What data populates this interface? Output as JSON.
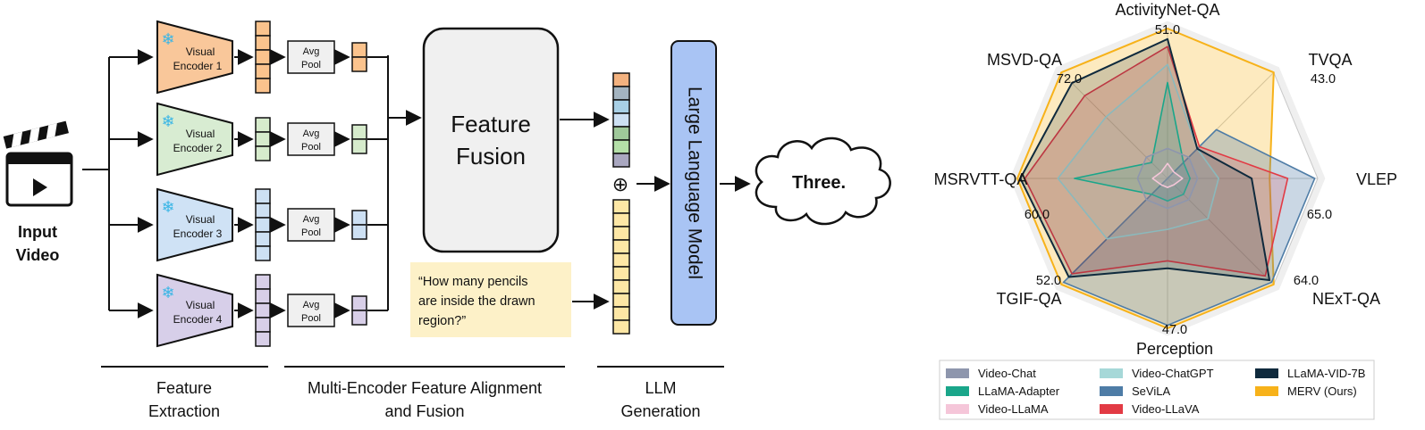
{
  "pipeline": {
    "input_label_line1": "Input",
    "input_label_line2": "Video",
    "encoders": [
      {
        "line1": "Visual",
        "line2": "Encoder 1",
        "fill": "#f9c79a",
        "token": "#fbc38d"
      },
      {
        "line1": "Visual",
        "line2": "Encoder 2",
        "fill": "#d8ecd2",
        "token": "#d6ebcc"
      },
      {
        "line1": "Visual",
        "line2": "Encoder 3",
        "fill": "#cfe2f5",
        "token": "#cde0f3"
      },
      {
        "line1": "Visual",
        "line2": "Encoder 4",
        "fill": "#d7cfe9",
        "token": "#d8cfe8"
      }
    ],
    "pool_line1": "Avg",
    "pool_line2": "Pool",
    "fusion_line1": "Feature",
    "fusion_line2": "Fusion",
    "question_line1": "“How many pencils",
    "question_line2": "are inside the drawn",
    "question_line3": "region?”",
    "plus_symbol": "⊕",
    "llm_label": "Large Language Model",
    "output_text": "Three.",
    "sections": {
      "s1_line1": "Feature",
      "s1_line2": "Extraction",
      "s2_line1": "Multi-Encoder Feature Alignment",
      "s2_line2": "and Fusion",
      "s3_line1": "LLM",
      "s3_line2": "Generation"
    },
    "colors": {
      "snowflake": "#3ab6e6",
      "llm": "#a9c4f4",
      "fusion": "#f0f0f0",
      "question_bg": "#fdf1c8",
      "text_tokens": "#fde7a5"
    }
  },
  "chart_data": {
    "type": "radar",
    "axes": [
      "ActivityNet-QA",
      "TVQA",
      "VLEP",
      "NExT-QA",
      "Perception",
      "TGIF-QA",
      "MSRVTT-QA",
      "MSVD-QA"
    ],
    "axis_max_labels": [
      "51.0",
      "43.0",
      "65.0",
      "64.0",
      "47.0",
      "52.0",
      "60.0",
      "72.0"
    ],
    "series": [
      {
        "name": "Video-Chat",
        "color": "#8e96ad",
        "values": [
          0.2,
          0.2,
          0.2,
          0.2,
          0.2,
          0.2,
          0.2,
          0.2
        ]
      },
      {
        "name": "LLaMA-Adapter",
        "color": "#1aa68a",
        "values": [
          0.64,
          0.15,
          0.15,
          0.15,
          0.15,
          0.15,
          0.62,
          0.15
        ]
      },
      {
        "name": "Video-LLaMA",
        "color": "#f5c6d9",
        "values": [
          0.1,
          0.06,
          0.1,
          0.06,
          0.06,
          0.06,
          0.1,
          0.06
        ]
      },
      {
        "name": "Video-ChatGPT",
        "color": "#a6d8d8",
        "values": [
          0.76,
          0.28,
          0.34,
          0.38,
          0.34,
          0.57,
          0.73,
          0.58
        ]
      },
      {
        "name": "SeViLA",
        "color": "#4e7ca6",
        "values": [
          0.0,
          0.46,
          0.98,
          0.98,
          0.98,
          0.98,
          0.0,
          0.0
        ]
      },
      {
        "name": "Video-LLaVA",
        "color": "#e23a44",
        "values": [
          0.88,
          0.3,
          0.8,
          0.92,
          0.55,
          0.9,
          0.95,
          0.78
        ]
      },
      {
        "name": "LLaMA-VID-7B",
        "color": "#0f2a3d",
        "values": [
          0.93,
          0.28,
          0.56,
          0.96,
          0.6,
          0.93,
          0.98,
          0.9
        ]
      },
      {
        "name": "MERV (Ours)",
        "color": "#f7b21a",
        "values": [
          1.0,
          1.0,
          0.68,
          1.0,
          1.0,
          1.0,
          1.0,
          1.0
        ]
      }
    ],
    "grid": true,
    "legend": "bottom"
  }
}
